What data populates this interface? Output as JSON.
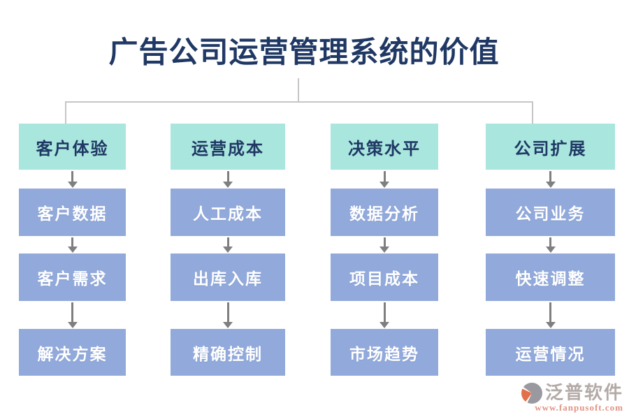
{
  "title": "广告公司运营管理系统的价值",
  "columns": [
    {
      "header": "客户体验",
      "children": [
        "客户数据",
        "客户需求",
        "解决方案"
      ]
    },
    {
      "header": "运营成本",
      "children": [
        "人工成本",
        "出库入库",
        "精确控制"
      ]
    },
    {
      "header": "决策水平",
      "children": [
        "数据分析",
        "项目成本",
        "市场趋势"
      ]
    },
    {
      "header": "公司扩展",
      "children": [
        "公司业务",
        "快速调整",
        "运营情况"
      ]
    }
  ],
  "logo": {
    "name": "泛普软件",
    "url": "www.fanpusoft.com"
  },
  "colors": {
    "title_text": "#1f3864",
    "header_box_bg": "#a9e6de",
    "header_box_text": "#1f3864",
    "child_box_bg": "#91a9db",
    "child_box_text": "#ffffff",
    "connector_line": "#c6c6c6",
    "arrow": "#7f7f7f",
    "logo_name_text": "#b3aaa7",
    "logo_url_text": "#e29384",
    "logo_icon_orange": "#e2714b",
    "logo_icon_gray": "#9b99a0"
  }
}
